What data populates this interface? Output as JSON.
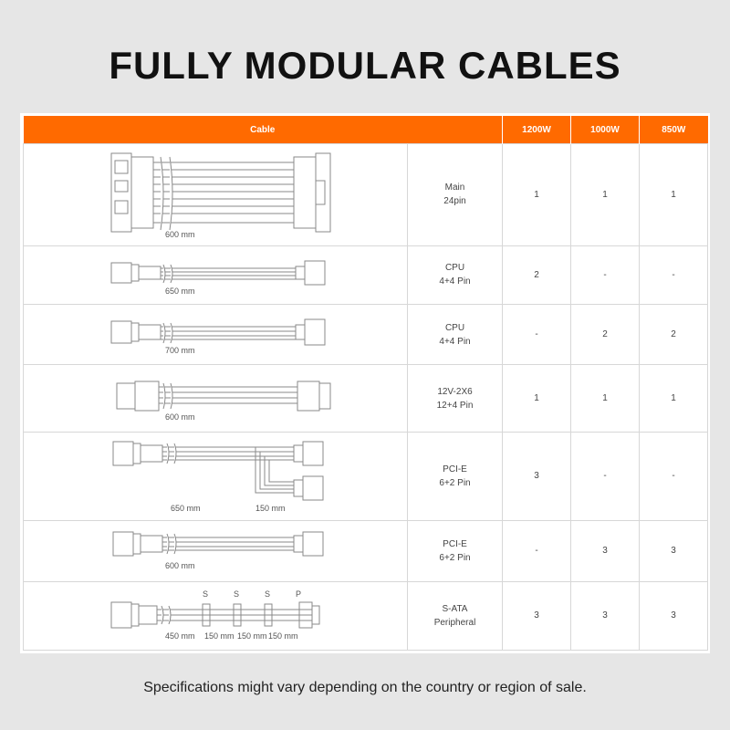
{
  "title": "FULLY MODULAR CABLES",
  "headers": {
    "cable": "Cable",
    "w1200": "1200W",
    "w1000": "1000W",
    "w850": "850W"
  },
  "rows": [
    {
      "length": "600 mm",
      "name1": "Main",
      "name2": "24pin",
      "w1200": "1",
      "w1000": "1",
      "w850": "1"
    },
    {
      "length": "650 mm",
      "name1": "CPU",
      "name2": "4+4 Pin",
      "w1200": "2",
      "w1000": "-",
      "w850": "-"
    },
    {
      "length": "700 mm",
      "name1": "CPU",
      "name2": "4+4 Pin",
      "w1200": "-",
      "w1000": "2",
      "w850": "2"
    },
    {
      "length": "600 mm",
      "name1": "12V-2X6",
      "name2": "12+4 Pin",
      "w1200": "1",
      "w1000": "1",
      "w850": "1"
    },
    {
      "length": "650 mm",
      "length2": "150 mm",
      "name1": "PCI-E",
      "name2": "6+2 Pin",
      "w1200": "3",
      "w1000": "-",
      "w850": "-"
    },
    {
      "length": "600 mm",
      "name1": "PCI-E",
      "name2": "6+2 Pin",
      "w1200": "-",
      "w1000": "3",
      "w850": "3"
    },
    {
      "length": "450 mm",
      "seg1": "150 mm",
      "seg2": "150 mm",
      "seg3": "150 mm",
      "s1": "S",
      "s2": "S",
      "s3": "S",
      "p": "P",
      "name1": "S-ATA",
      "name2": "Peripheral",
      "w1200": "3",
      "w1000": "3",
      "w850": "3"
    }
  ],
  "footer": "Specifications might vary depending on the country or region of sale.",
  "colors": {
    "header": "#ff6a00",
    "cable": "#8a8a8a",
    "background": "#e6e6e6"
  }
}
